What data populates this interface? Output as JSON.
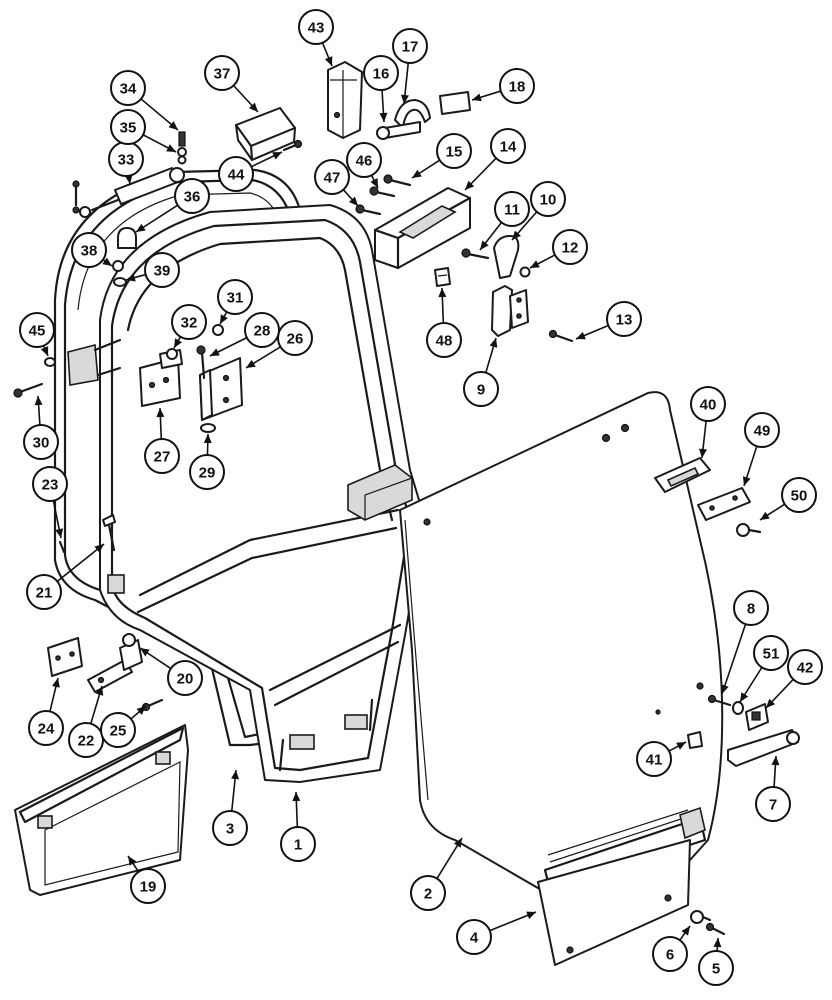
{
  "diagram": {
    "callouts": [
      "1",
      "2",
      "3",
      "4",
      "5",
      "6",
      "7",
      "8",
      "9",
      "10",
      "11",
      "12",
      "13",
      "14",
      "15",
      "16",
      "17",
      "18",
      "19",
      "20",
      "21",
      "22",
      "23",
      "24",
      "25",
      "26",
      "27",
      "28",
      "29",
      "30",
      "31",
      "32",
      "33",
      "34",
      "35",
      "36",
      "37",
      "38",
      "39",
      "40",
      "41",
      "42",
      "43",
      "44",
      "45",
      "46",
      "47",
      "48",
      "49",
      "50",
      "51"
    ]
  }
}
